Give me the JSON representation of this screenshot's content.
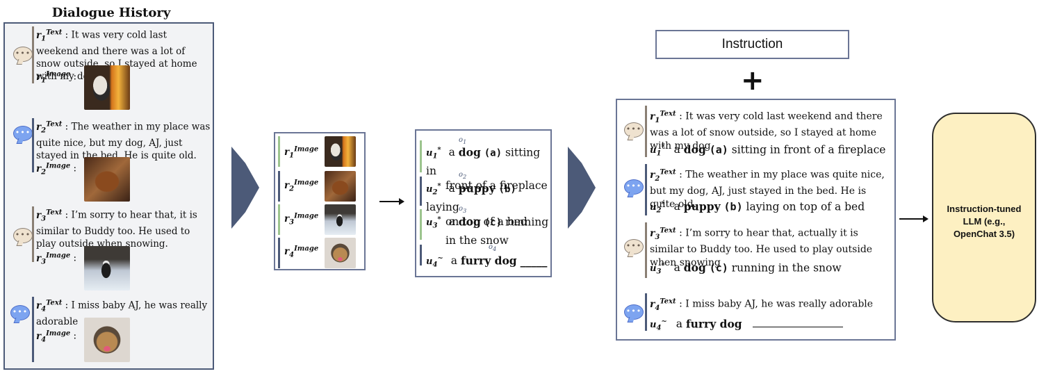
{
  "history": {
    "title": "Dialogue History",
    "turns": [
      {
        "text_label": "r",
        "text_sub": "1",
        "text_sup": "Text",
        "text": ": It was very cold last weekend and there was a lot of snow outside, so I stayed at home with my dog.",
        "image_label": "r",
        "image_sub": "1",
        "image_sup": "Image",
        "colon": ":"
      },
      {
        "text_label": "r",
        "text_sub": "2",
        "text_sup": "Text",
        "text": ": The weather in my place was quite nice, but my dog, AJ, just stayed in the bed. He is quite old.",
        "image_label": "r",
        "image_sub": "2",
        "image_sup": "Image",
        "colon": ":"
      },
      {
        "text_label": "r",
        "text_sub": "3",
        "text_sup": "Text",
        "text": ": I’m sorry to hear that, it is similar to Buddy too. He used to play outside when snowing.",
        "image_label": "r",
        "image_sub": "3",
        "image_sup": "Image",
        "colon": ":"
      },
      {
        "text_label": "r",
        "text_sub": "4",
        "text_sup": "Text",
        "text": ": I miss baby AJ, he was really adorable",
        "image_label": "r",
        "image_sub": "4",
        "image_sup": "Image",
        "colon": ":"
      }
    ]
  },
  "images_panel": {
    "rows": [
      {
        "label": "r",
        "sub": "1",
        "sup": "Image",
        "colon": ":"
      },
      {
        "label": "r",
        "sub": "2",
        "sup": "Image",
        "colon": ":"
      },
      {
        "label": "r",
        "sub": "3",
        "sup": "Image",
        "colon": ":"
      },
      {
        "label": "r",
        "sub": "4",
        "sup": "Image",
        "colon": ":"
      }
    ]
  },
  "utterances": [
    {
      "label": "u",
      "sub": "1",
      "sup": "*",
      "obj": "o",
      "obj_sub": "1",
      "pre": "a",
      "noun": "dog",
      "tag": "(a)",
      "rest_line1": "sitting in",
      "rest_line2": "front of a fireplace"
    },
    {
      "label": "u",
      "sub": "2",
      "sup": "*",
      "obj": "o",
      "obj_sub": "2",
      "pre": "a",
      "noun": "puppy",
      "tag": "(b)",
      "rest_line1": "laying",
      "rest_line2": "on top of a bed"
    },
    {
      "label": "u",
      "sub": "3",
      "sup": "*",
      "obj": "o",
      "obj_sub": "3",
      "pre": "a",
      "noun": "dog",
      "tag": "(c)",
      "rest_line1": "running",
      "rest_line2": "in the snow"
    },
    {
      "label": "u",
      "sub": "4",
      "sup": "~",
      "obj": "o",
      "obj_sub": "4",
      "pre": "a",
      "noun": "furry dog",
      "blank": "_____"
    }
  ],
  "instruction": {
    "label": "Instruction",
    "plus": "+"
  },
  "context": {
    "turns": [
      {
        "text_label": "r",
        "text_sub": "1",
        "text_sup": "Text",
        "text": ": It was very cold last weekend and there was a lot of snow outside, so I stayed at home with my dog.",
        "u_label": "u",
        "u_sub": "1",
        "u_sup": "*",
        "pre": "a",
        "noun": "dog",
        "tag": "(a)",
        "rest": "sitting in front of a fireplace"
      },
      {
        "text_label": "r",
        "text_sub": "2",
        "text_sup": "Text",
        "text": ": The weather in my place was quite nice, but my dog, AJ, just stayed in the bed. He is quite old.",
        "u_label": "u",
        "u_sub": "2",
        "u_sup": "*",
        "pre": "a",
        "noun": "puppy",
        "tag": "(b)",
        "rest": "laying on top of a bed"
      },
      {
        "text_label": "r",
        "text_sub": "3",
        "text_sup": "Text",
        "text": ": I’m sorry to hear that, actually it is similar to Buddy too. He used to play outside when snowing",
        "u_label": "u",
        "u_sub": "3",
        "u_sup": "*",
        "pre": "a",
        "noun": "dog",
        "tag": "(c)",
        "rest": "running in the snow"
      },
      {
        "text_label": "r",
        "text_sub": "4",
        "text_sup": "Text",
        "text": ": I miss baby AJ, he was really adorable",
        "u_label": "u",
        "u_sub": "4",
        "u_sup": "~",
        "pre": "a",
        "noun": "furry dog"
      }
    ]
  },
  "llm": {
    "line1": "Instruction-tuned",
    "line2": "LLM (e.g.,",
    "line3": "OpenChat 3.5)"
  },
  "colors": {
    "tan": "#8a7f74",
    "navy": "#4c5a78",
    "green": "#9cc48e",
    "llm_fill": "#fdf0c2"
  },
  "icons": [
    "speech-bubble-icon",
    "right-arrow-icon",
    "chevron-arrow-icon"
  ]
}
